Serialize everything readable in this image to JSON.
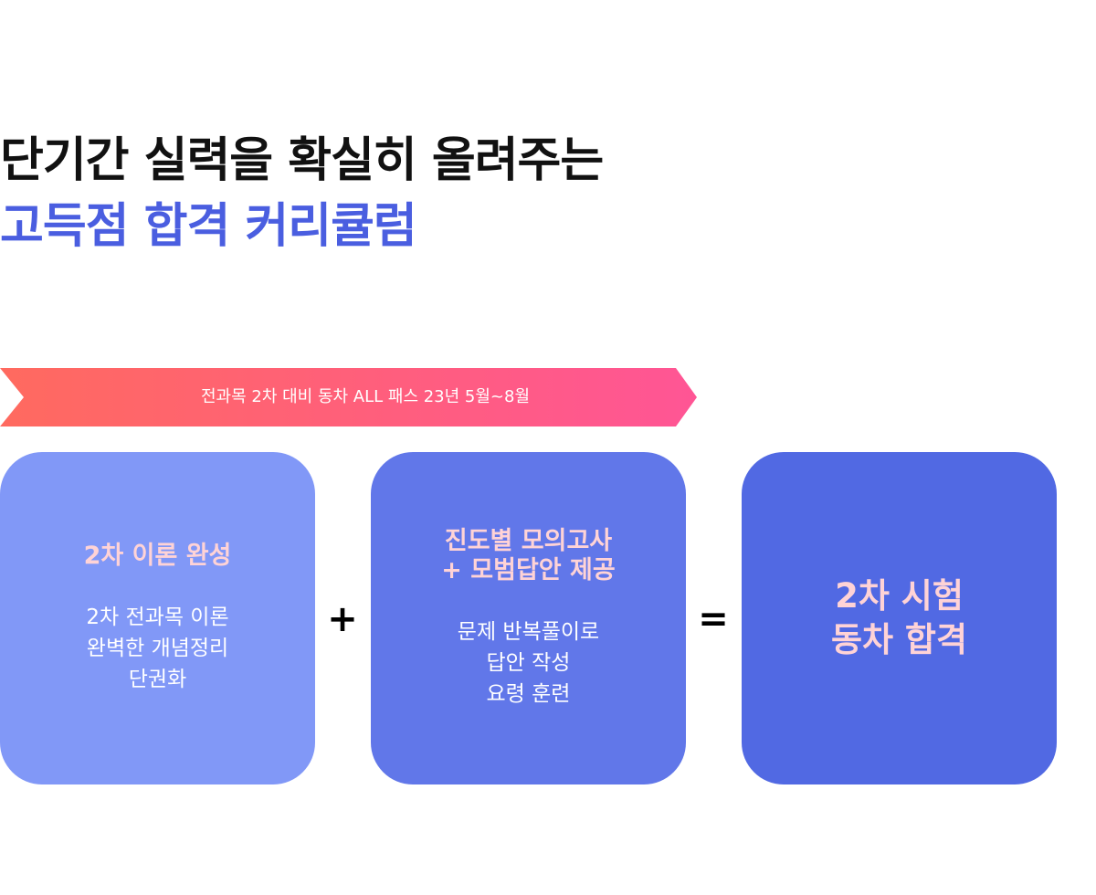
{
  "headline": {
    "line1": "단기간 실력을 확실히 올려주는",
    "line2": "고득점 합격 커리큘럼"
  },
  "ribbon": {
    "text": "전과목 2차 대비 동차 ALL 패스 23년 5월~8월",
    "gradient_start": "#ff6a5f",
    "gradient_end": "#ff5595"
  },
  "cards": [
    {
      "title": "2차 이론 완성",
      "description": "2차 전과목 이론\n완벽한 개념정리\n단권화",
      "color": "#8198f7"
    },
    {
      "title": "진도별 모의고사\n+ 모범답안 제공",
      "description": "문제 반복풀이로\n답안 작성\n요령 훈련",
      "color": "#6177e9"
    },
    {
      "result": "2차 시험\n동차 합격",
      "color": "#5169e3"
    }
  ],
  "operators": {
    "plus": "+",
    "equals": "="
  }
}
